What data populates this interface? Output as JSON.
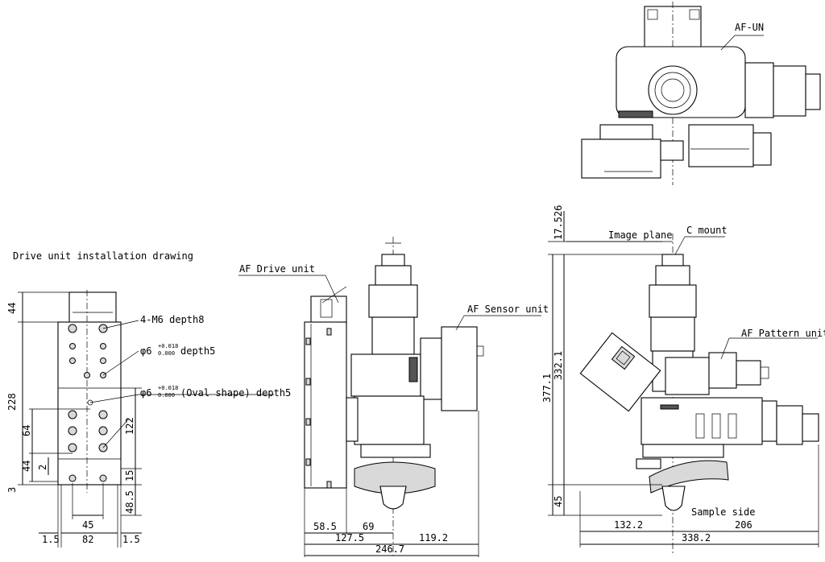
{
  "title": "Drive unit installation drawing",
  "labels": {
    "af_un": "AF-UN",
    "af_drive_unit": "AF Drive unit",
    "af_sensor_unit": "AF Sensor unit",
    "af_pattern_unit": "AF Pattern unit",
    "image_plane": "Image plane",
    "c_mount": "C mount",
    "sample_side": "Sample side"
  },
  "notes": {
    "m6": "4-M6 depth8",
    "phi6_a": "φ6",
    "phi6_a_tol_upper": "+0.018",
    "phi6_a_tol_lower": "0.000",
    "phi6_a_rest": "depth5",
    "phi6_b": "φ6",
    "phi6_b_tol_upper": "+0.018",
    "phi6_b_tol_lower": "0.000",
    "phi6_b_rest": "(Oval shape) depth5"
  },
  "dims_left": {
    "d44_top": "44",
    "d228": "228",
    "d64": "64",
    "d44_low": "44",
    "d3": "3",
    "d2": "2",
    "d122": "122",
    "d15": "15",
    "d48_5": "48.5",
    "d45": "45",
    "d1_5_left": "1.5",
    "d82": "82",
    "d1_5_right": "1.5"
  },
  "dims_mid": {
    "d58_5": "58.5",
    "d69": "69",
    "d127_5": "127.5",
    "d119_2": "119.2",
    "d246_7": "246.7"
  },
  "dims_right": {
    "d17_526": "17.526",
    "d377_1": "377.1",
    "d332_1": "332.1",
    "d45": "45",
    "d132_2": "132.2",
    "d206": "206",
    "d338_2": "338.2"
  }
}
